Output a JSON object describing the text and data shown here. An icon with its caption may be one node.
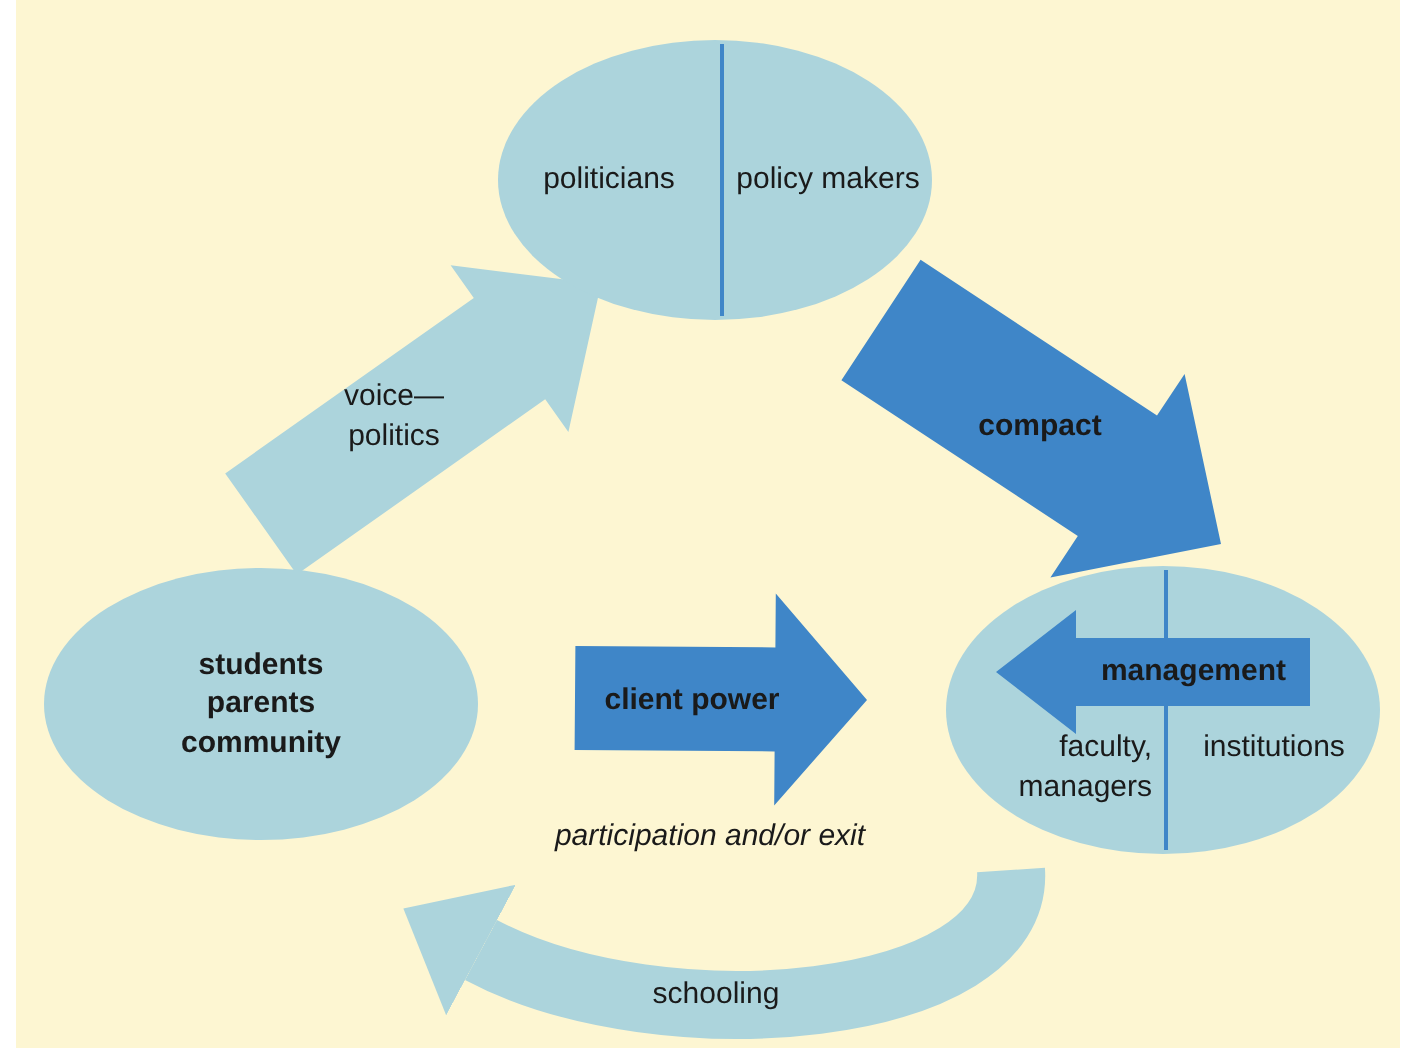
{
  "diagram": {
    "nodes": [
      {
        "text": [
          "politicians",
          "policy makers"
        ]
      },
      {
        "text": [
          "students parents community"
        ]
      },
      {
        "text": [
          "faculty, managers",
          "institutions"
        ]
      },
      {
        "text": [
          "management"
        ],
        "in": 2
      }
    ],
    "edges": [
      {
        "from": 1,
        "to": 0,
        "arrow": "to",
        "label": "voice—politics"
      },
      {
        "from": 0,
        "to": 2,
        "arrow": "to",
        "label": "compact",
        "color": "#3f86c8"
      },
      {
        "from": 1,
        "to": 2,
        "arrow": "to",
        "label": "client power",
        "color": "#3f86c8"
      },
      {
        "from": 2,
        "to": 1,
        "arrow": "to",
        "label": "schooling"
      }
    ],
    "labels": [
      "participation and/or exit"
    ]
  }
}
